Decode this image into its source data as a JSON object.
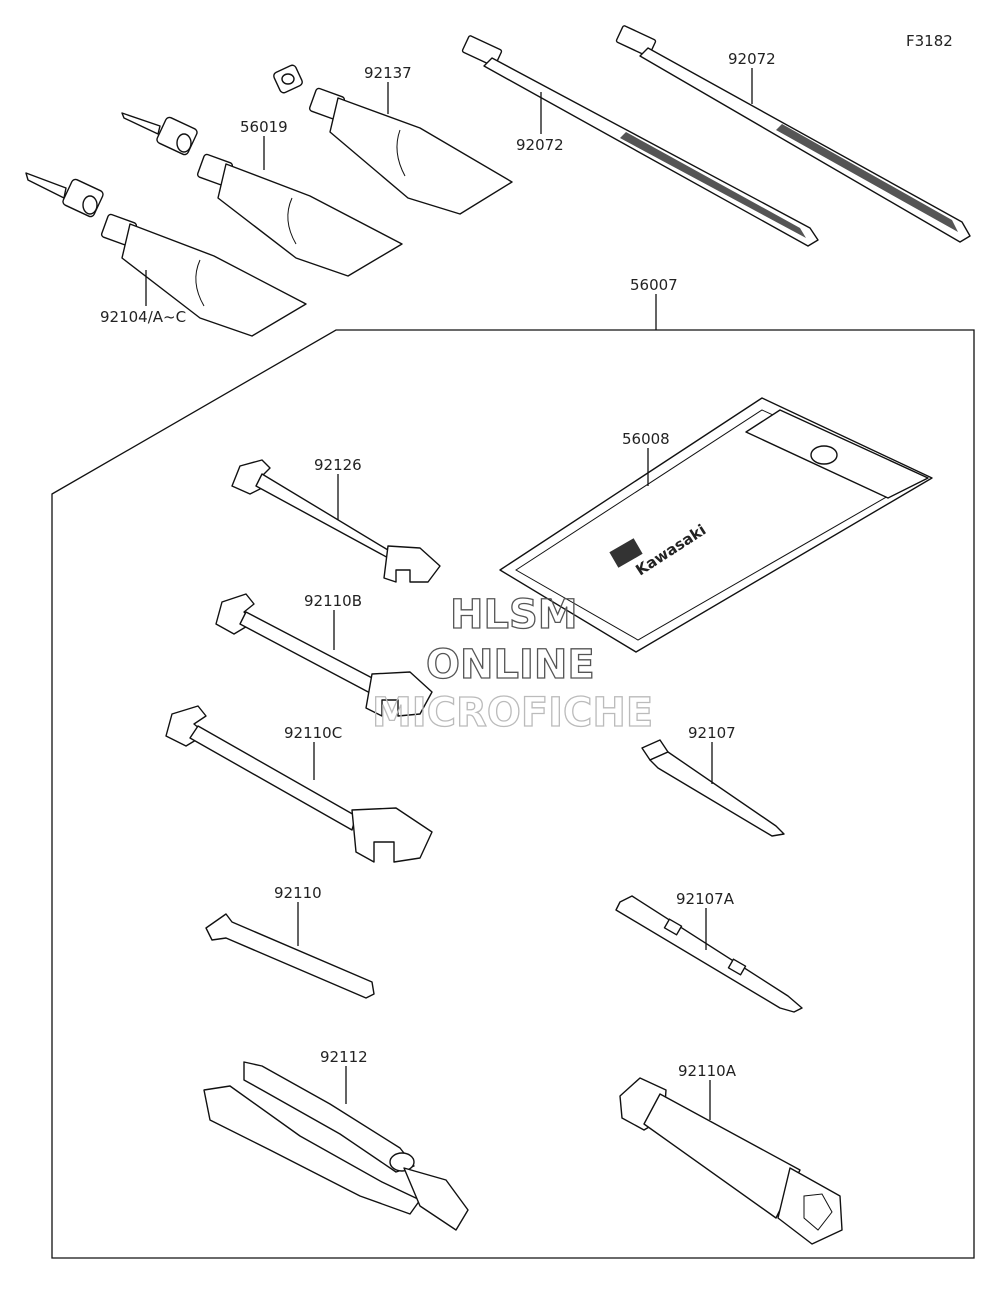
{
  "figure_id": "F3182",
  "watermark": {
    "line1": "HLSM",
    "line2": "ONLINE",
    "line3": "MICROFICHE"
  },
  "pouch_brand": "Kawasaki",
  "callouts": {
    "p92137": "92137",
    "p56019": "56019",
    "p92104": "92104/A~C",
    "p92072a": "92072",
    "p92072b": "92072",
    "p56007": "56007",
    "p56008": "56008",
    "p92126": "92126",
    "p92110B": "92110B",
    "p92110C": "92110C",
    "p92110": "92110",
    "p92112": "92112",
    "p92107": "92107",
    "p92107A": "92107A",
    "p92110A": "92110A"
  }
}
